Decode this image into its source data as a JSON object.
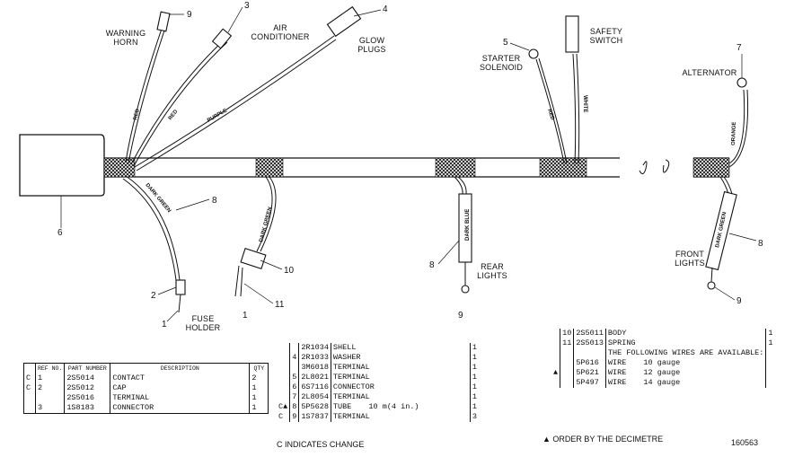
{
  "callouts": {
    "horn": "WARNING\nHORN",
    "ac": "AIR\nCONDITIONER",
    "glow": "GLOW\nPLUGS",
    "starter": "STARTER\nSOLENOID",
    "safety": "SAFETY\nSWITCH",
    "alternator": "ALTERNATOR",
    "rear": "REAR\nLIGHTS",
    "front": "FRONT\nLIGHTS",
    "fuse": "FUSE\nHOLDER"
  },
  "wire_colors": {
    "red": "RED",
    "purple": "PURPLE",
    "dark_green": "DARK GREEN",
    "white": "WHITE",
    "orange": "ORANGE",
    "dark_blue": "DARK BLUE"
  },
  "numbers": [
    "9",
    "3",
    "4",
    "5",
    "7",
    "6",
    "8",
    "2",
    "1",
    "10",
    "11",
    "1",
    "8",
    "9",
    "8",
    "9"
  ],
  "table_left": {
    "headers": {
      "ref": "REF NO.",
      "part": "PART NUMBER",
      "desc": "DESCRIPTION",
      "qty": "QTY"
    },
    "rows": [
      {
        "c": "C",
        "ref": "1",
        "part": "2S5014",
        "desc": "CONTACT",
        "qty": "2"
      },
      {
        "c": "C",
        "ref": "2",
        "part": "2S5012",
        "desc": "CAP",
        "qty": "1"
      },
      {
        "c": "",
        "ref": "",
        "part": "2S5016",
        "desc": "TERMINAL",
        "qty": "1"
      },
      {
        "c": "",
        "ref": "3",
        "part": "1S8183",
        "desc": "CONNECTOR",
        "qty": "1"
      }
    ]
  },
  "table_mid": {
    "rows": [
      {
        "c": "",
        "ref": "",
        "part": "2R1034",
        "desc": "SHELL",
        "extra": "",
        "qty": "1"
      },
      {
        "c": "",
        "ref": "4",
        "part": "2R1033",
        "desc": "WASHER",
        "extra": "",
        "qty": "1"
      },
      {
        "c": "",
        "ref": "",
        "part": "3M6018",
        "desc": "TERMINAL",
        "extra": "",
        "qty": "1"
      },
      {
        "c": "",
        "ref": "5",
        "part": "2L8021",
        "desc": "TERMINAL",
        "extra": "",
        "qty": "1"
      },
      {
        "c": "",
        "ref": "6",
        "part": "6S7116",
        "desc": "CONNECTOR",
        "extra": "",
        "qty": "1"
      },
      {
        "c": "",
        "ref": "7",
        "part": "2L8054",
        "desc": "TERMINAL",
        "extra": "",
        "qty": "1"
      },
      {
        "c": "C▲",
        "ref": "8",
        "part": "5P5628",
        "desc": "TUBE",
        "extra": "10 m(4 in.)",
        "qty": "1"
      },
      {
        "c": "C",
        "ref": "9",
        "part": "1S7837",
        "desc": "TERMINAL",
        "extra": "",
        "qty": "3"
      }
    ],
    "note": "C INDICATES CHANGE"
  },
  "table_right": {
    "rows": [
      {
        "c": "",
        "ref": "10",
        "part": "2S5011",
        "desc": "BODY",
        "extra": "",
        "qty": "1"
      },
      {
        "c": "",
        "ref": "11",
        "part": "2S5013",
        "desc": "SPRING",
        "extra": "",
        "qty": "1"
      },
      {
        "c": "",
        "ref": "",
        "part": "",
        "desc": "THE FOLLOWING WIRES ARE AVAILABLE:",
        "extra": "",
        "qty": ""
      },
      {
        "c": "",
        "ref": "",
        "part": "5P616",
        "desc": "WIRE",
        "extra": "10 gauge",
        "qty": ""
      },
      {
        "c": "▲",
        "ref": "",
        "part": "5P621",
        "desc": "WIRE",
        "extra": "12 gauge",
        "qty": ""
      },
      {
        "c": "",
        "ref": "",
        "part": "5P497",
        "desc": "WIRE",
        "extra": "14 gauge",
        "qty": ""
      }
    ],
    "note": "▲ ORDER BY THE DECIMETRE",
    "fig": "160563"
  }
}
